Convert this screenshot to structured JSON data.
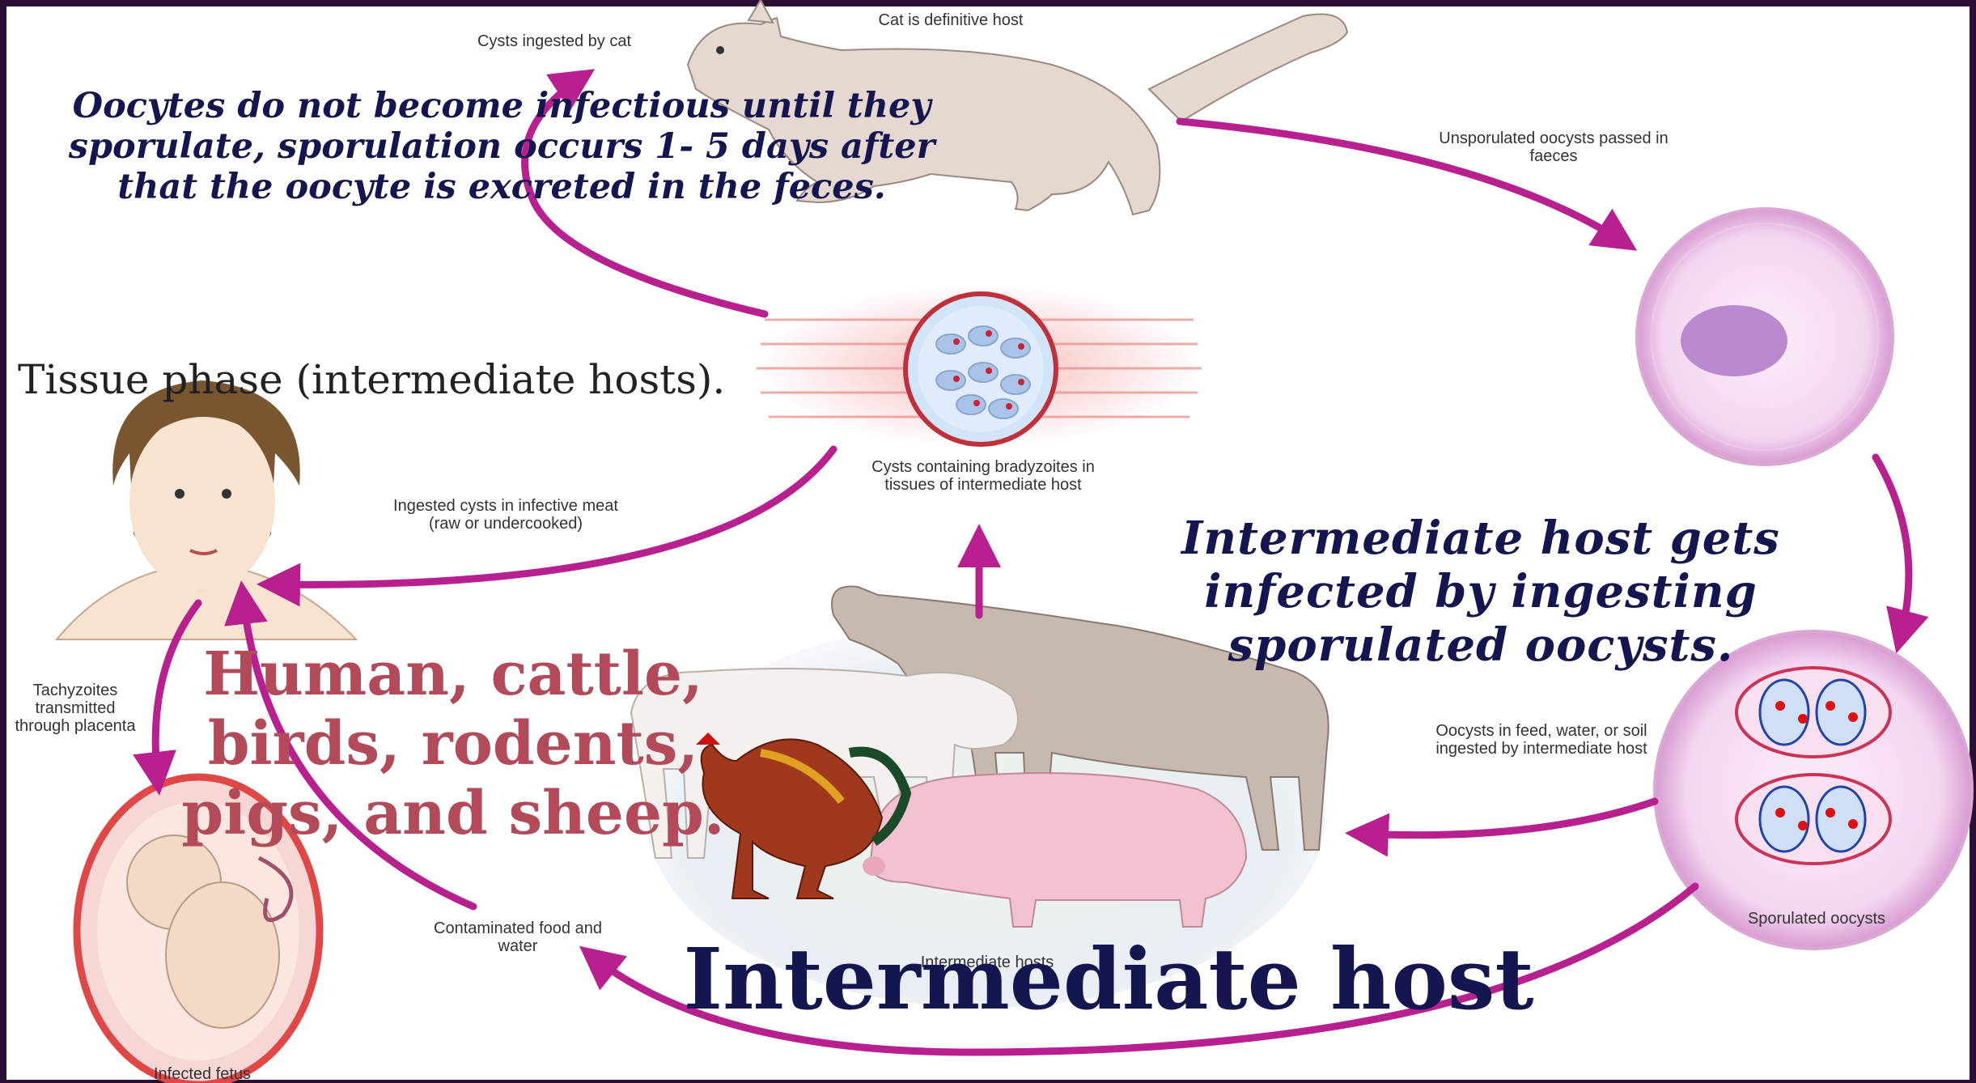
{
  "diagram": {
    "labels": {
      "cat_host": "Cat is definitive host",
      "cysts_ingested": "Cysts ingested by cat",
      "unsporulated": "Unsporulated oocysts passed in faeces",
      "cysts_bradyzoites": "Cysts containing bradyzoites in tissues of intermediate host",
      "ingested_cysts": "Ingested cysts in infective meat (raw or undercooked)",
      "tachyzoites": "Tachyzoites transmitted through placenta",
      "oocysts_feed": "Oocysts in feed, water, or soil ingested by intermediate host",
      "sporulated": "Sporulated oocysts",
      "contaminated": "Contaminated food and water",
      "intermediate_hosts_small": "Intermediate hosts",
      "infected_fetus": "Infected fetus"
    },
    "notes": {
      "oocytes": "Oocytes do not become infectious until they sporulate, sporulation occurs 1- 5 days after that the oocyte is excreted in the feces.",
      "tissue_phase": "Tissue phase (intermediate hosts).",
      "intermediate_gets": "Intermediate host gets infected by ingesting sporulated oocysts.",
      "hosts_list": "Human, cattle, birds, rodents, pigs, and sheep.",
      "intermediate_host": "Intermediate host"
    },
    "colors": {
      "arrow": "#b8208f",
      "note_text": "#15154f",
      "pink_text": "#b34a5a",
      "frame": "#2a1034"
    }
  }
}
